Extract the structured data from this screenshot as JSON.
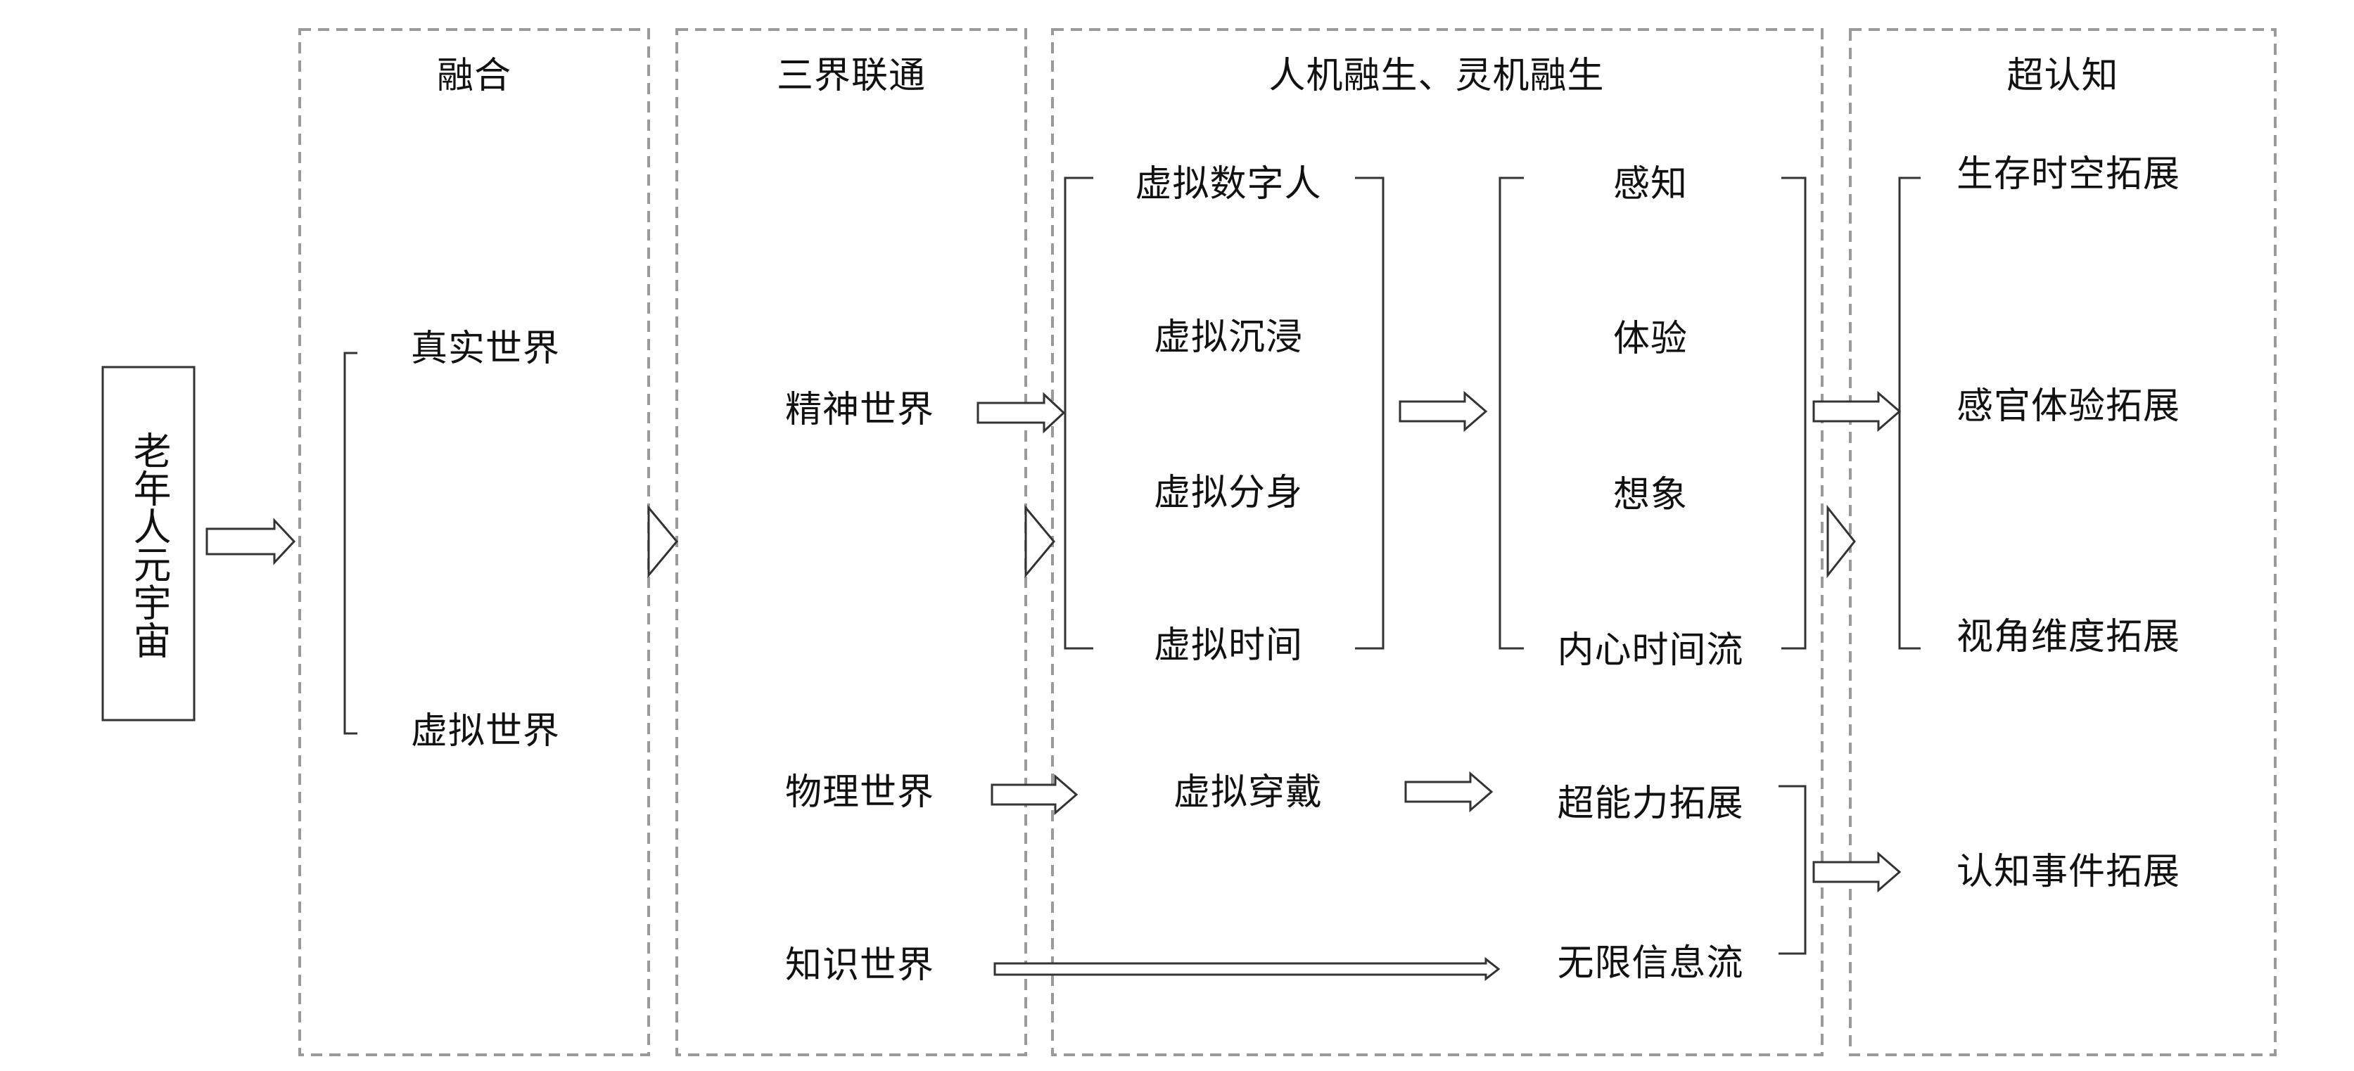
{
  "source_box": {
    "label": "老年人元宇宙"
  },
  "sections": [
    {
      "id": "fusion",
      "title": "融合",
      "items": [
        "真实世界",
        "虚拟世界"
      ]
    },
    {
      "id": "three-worlds",
      "title": "三界联通",
      "items": [
        "精神世界",
        "物理世界",
        "知识世界"
      ]
    },
    {
      "id": "human-machine",
      "title": "人机融生、灵机融生",
      "virtual_items": [
        "虚拟数字人",
        "虚拟沉浸",
        "虚拟分身",
        "虚拟时间"
      ],
      "perception_items": [
        "感知",
        "体验",
        "想象",
        "内心时间流"
      ],
      "wearable": "虚拟穿戴",
      "ability_items": [
        "超能力拓展",
        "无限信息流"
      ]
    },
    {
      "id": "super-cognition",
      "title": "超认知",
      "expansion_items": [
        "生存时空拓展",
        "感官体验拓展",
        "视角维度拓展"
      ],
      "cognitive_event": "认知事件拓展"
    }
  ],
  "colors": {
    "dashed_border": "#9a9a9a",
    "lines": "#333333",
    "text": "#111111"
  }
}
